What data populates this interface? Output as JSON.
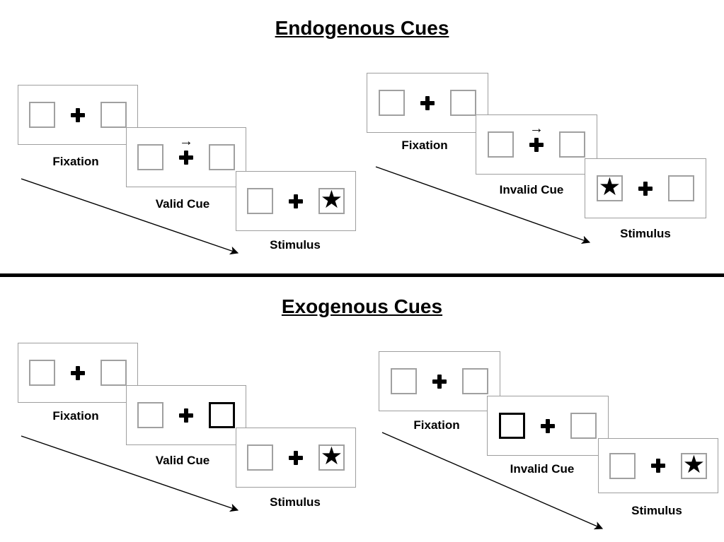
{
  "colors": {
    "background": "#ffffff",
    "ink": "#000000",
    "panel_border": "#9e9e9e",
    "box_border": "#a0a0a0"
  },
  "sections": [
    {
      "title": "Endogenous Cues",
      "sequences": [
        {
          "name": "endogenous-valid",
          "panels": [
            {
              "label": "Fixation"
            },
            {
              "label": "Valid Cue",
              "cue_arrow": "→"
            },
            {
              "label": "Stimulus",
              "star": "★",
              "star_side": "right"
            }
          ]
        },
        {
          "name": "endogenous-invalid",
          "panels": [
            {
              "label": "Fixation"
            },
            {
              "label": "Invalid Cue",
              "cue_arrow": "→"
            },
            {
              "label": "Stimulus",
              "star": "★",
              "star_side": "left"
            }
          ]
        }
      ]
    },
    {
      "title": "Exogenous Cues",
      "sequences": [
        {
          "name": "exogenous-valid",
          "panels": [
            {
              "label": "Fixation"
            },
            {
              "label": "Valid Cue",
              "highlighted_box": "right"
            },
            {
              "label": "Stimulus",
              "star": "★",
              "star_side": "right"
            }
          ]
        },
        {
          "name": "exogenous-invalid",
          "panels": [
            {
              "label": "Fixation"
            },
            {
              "label": "Invalid Cue",
              "highlighted_box": "left"
            },
            {
              "label": "Stimulus",
              "star": "★",
              "star_side": "right"
            }
          ]
        }
      ]
    }
  ]
}
